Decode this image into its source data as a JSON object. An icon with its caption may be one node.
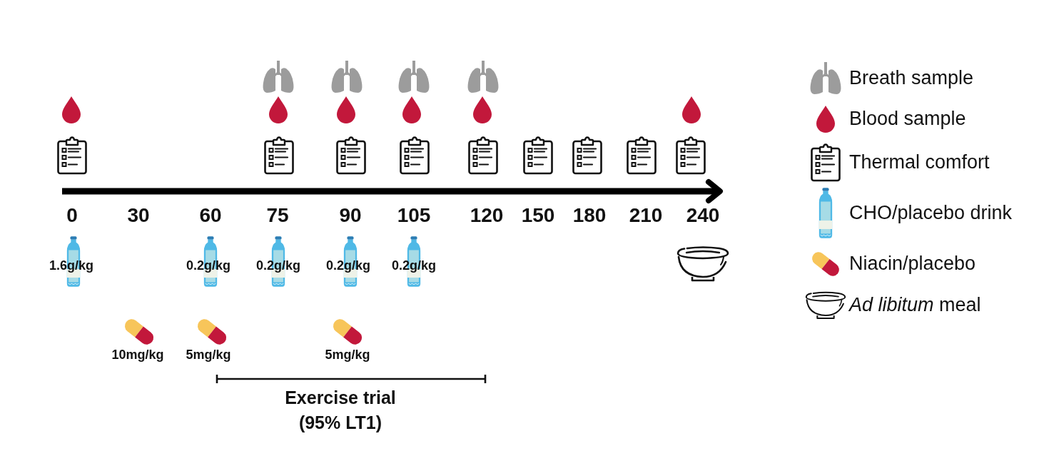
{
  "diagram": {
    "labels": [
      "0",
      "30",
      "60",
      "75",
      "90",
      "105",
      "120",
      "150",
      "180",
      "210",
      "240",
      "1.6g/kg",
      "0.2g/kg",
      "0.2g/kg",
      "0.2g/kg",
      "0.2g/kg",
      "10mg/kg",
      "5mg/kg",
      "5mg/kg",
      "Exercise trial (95% LT1)"
    ],
    "legend": [
      {
        "text": "Breath sample"
      },
      {
        "text": "Blood sample"
      },
      {
        "text": "Thermal comfort"
      },
      {
        "text": "CHO/placebo drink"
      },
      {
        "text": "Niacin/placebo"
      },
      {
        "text": "*Ad libitum* meal"
      }
    ]
  }
}
